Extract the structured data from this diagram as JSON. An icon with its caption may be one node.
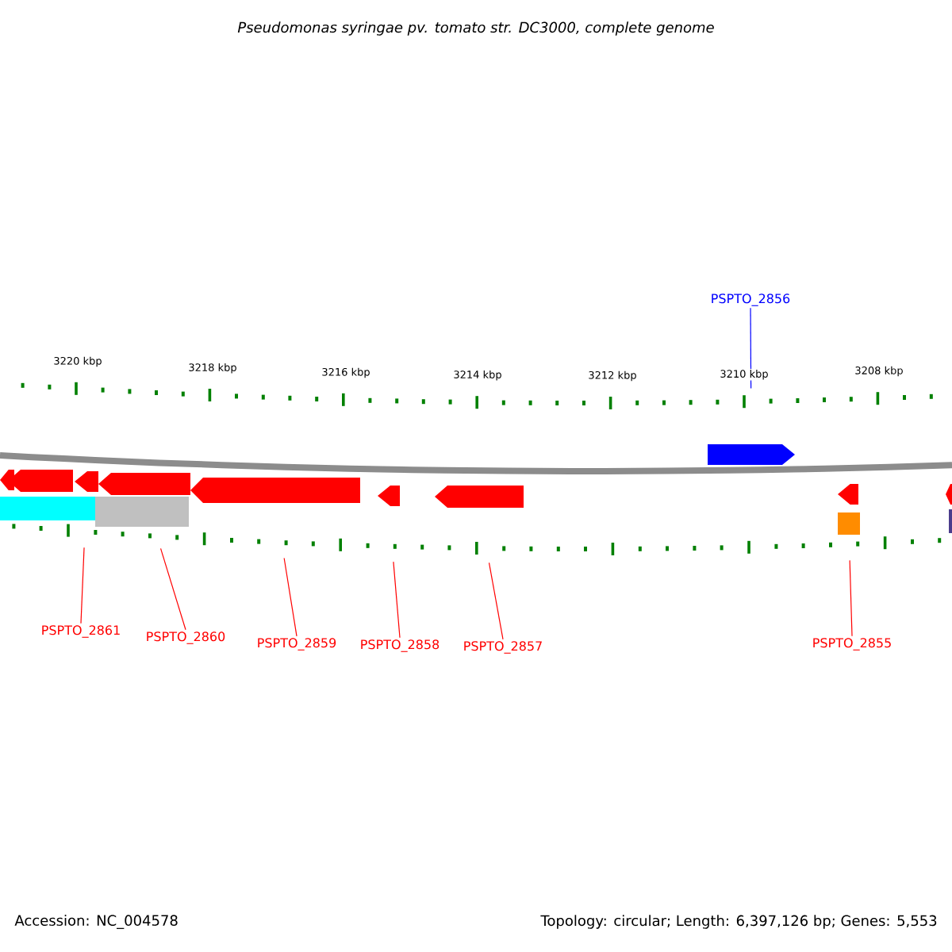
{
  "diagram": {
    "title": "Pseudomonas syringae pv. tomato str. DC3000, complete genome",
    "nodes": [
      {
        "text": [
          "PSPTO_2856"
        ]
      },
      {
        "text": [],
        "shape": "arrow"
      },
      {
        "text": [
          "PSPTO_2861"
        ]
      },
      {
        "text": [],
        "shape": "arrow"
      },
      {
        "text": [
          "PSPTO_2860"
        ]
      },
      {
        "text": [],
        "shape": "arrow"
      },
      {
        "text": [
          "PSPTO_2859"
        ]
      },
      {
        "text": [],
        "shape": "arrow"
      },
      {
        "text": [
          "PSPTO_2858"
        ]
      },
      {
        "text": [],
        "shape": "arrow"
      },
      {
        "text": [
          "PSPTO_2857"
        ]
      },
      {
        "text": [],
        "shape": "arrow"
      },
      {
        "text": [
          "PSPTO_2855"
        ]
      },
      {
        "text": [],
        "shape": "arrow"
      }
    ],
    "edges": [
      {
        "from": 0,
        "to": 1,
        "arrow": "none",
        "color": "#0000ff"
      },
      {
        "from": 2,
        "to": 3,
        "arrow": "none"
      },
      {
        "from": 4,
        "to": 5,
        "arrow": "none"
      },
      {
        "from": 6,
        "to": 7,
        "arrow": "none"
      },
      {
        "from": 8,
        "to": 9,
        "arrow": "none"
      },
      {
        "from": 10,
        "to": 11,
        "arrow": "none"
      },
      {
        "from": 12,
        "to": 13,
        "arrow": "none"
      }
    ],
    "labels": [
      "3220 kbp",
      "3218 kbp",
      "3216 kbp",
      "3214 kbp",
      "3212 kbp",
      "3210 kbp",
      "3208 kbp",
      "Accession: NC_004578",
      "Topology: circular; Length: 6,397,126 bp; Genes: 5,553"
    ]
  }
}
